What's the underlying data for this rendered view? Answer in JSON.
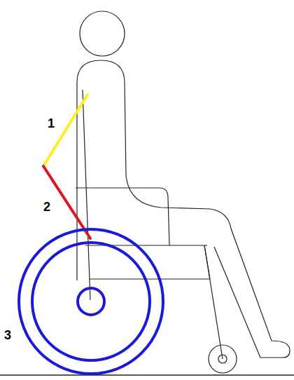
{
  "diagram": {
    "labels": [
      "1",
      "2",
      "3"
    ]
  }
}
